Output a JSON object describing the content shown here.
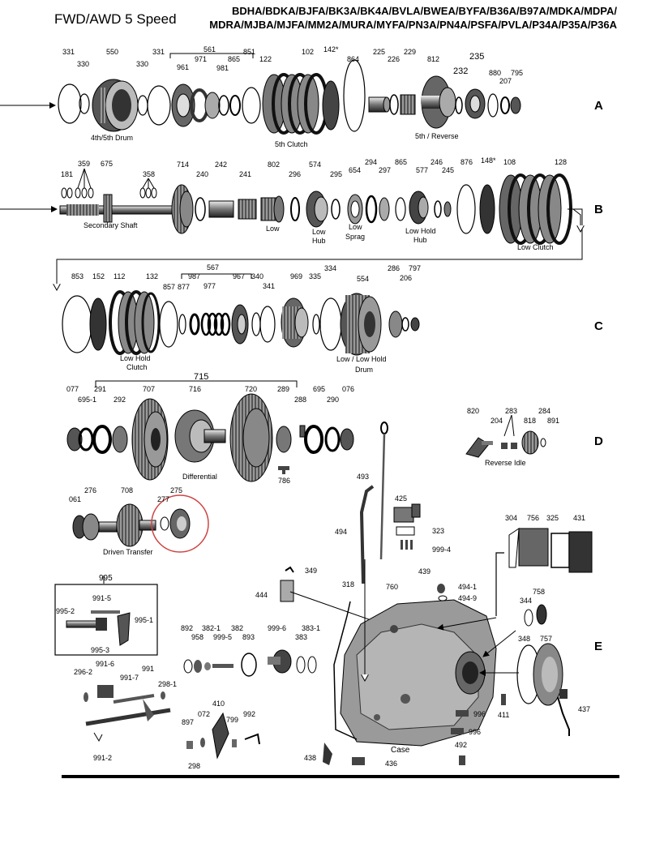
{
  "header": {
    "title": "FWD/AWD 5 Speed",
    "models_line1": "BDHA/BDKA/BJFA/BK3A/BK4A/BVLA/BWEA/BYFA/B36A/B97A/MDKA/MDPA/",
    "models_line2": "MDRA/MJBA/MJFA/MM2A/MURA/MYFA/PN3A/PN4A/PSFA/PVLA/P34A/P35A/P36A"
  },
  "sections": [
    "A",
    "B",
    "C",
    "D",
    "E"
  ],
  "captions": {
    "drum_4_5": "4th/5th Drum",
    "fifth_clutch": "5th Clutch",
    "fifth_reverse": "5th / Reverse",
    "secondary_shaft": "Secondary Shaft",
    "low": "Low",
    "low_hub_1": "Low",
    "low_hub_2": "Hub",
    "low_sprag_1": "Low",
    "low_sprag_2": "Sprag",
    "low_hold_hub_1": "Low Hold",
    "low_hold_hub_2": "Hub",
    "low_clutch": "Low Clutch",
    "low_hold_clutch_1": "Low  Hold",
    "low_hold_clutch_2": "Clutch",
    "low_drum_1": "Low / Low Hold",
    "low_drum_2": "Drum",
    "differential": "Differential",
    "reverse_idle": "Reverse Idle",
    "driven_transfer": "Driven Transfer",
    "case": "Case"
  },
  "labels": {
    "a": [
      "331",
      "330",
      "550",
      "330",
      "331",
      "561",
      "961",
      "971",
      "865",
      "981",
      "851",
      "122",
      "102",
      "142*",
      "864",
      "225",
      "226",
      "229",
      "812",
      "235",
      "232",
      "880",
      "207",
      "795"
    ],
    "b": [
      "181",
      "359",
      "675",
      "358",
      "714",
      "240",
      "242",
      "241",
      "802",
      "296",
      "574",
      "295",
      "654",
      "294",
      "297",
      "865",
      "577",
      "246",
      "245",
      "876",
      "148*",
      "108",
      "128"
    ],
    "c": [
      "853",
      "152",
      "112",
      "132",
      "857",
      "567",
      "877",
      "987",
      "977",
      "967",
      "340",
      "341",
      "969",
      "335",
      "334",
      "554",
      "286",
      "206",
      "797"
    ],
    "d": [
      "715",
      "077",
      "695-1",
      "291",
      "292",
      "707",
      "716",
      "720",
      "289",
      "288",
      "695",
      "290",
      "076",
      "786",
      "820",
      "283",
      "204",
      "818",
      "284",
      "891",
      "061",
      "276",
      "708",
      "277",
      "275"
    ],
    "e": [
      "995",
      "991-5",
      "995-2",
      "995-1",
      "995-3",
      "296-2",
      "991-6",
      "991-7",
      "991",
      "298-1",
      "991-2",
      "892",
      "958",
      "382-1",
      "999-5",
      "382",
      "893",
      "999-6",
      "383",
      "383-1",
      "897",
      "072",
      "410",
      "799",
      "992",
      "298",
      "493",
      "425",
      "494",
      "323",
      "999-4",
      "349",
      "444",
      "318",
      "760",
      "439",
      "494-1",
      "494-9",
      "304",
      "756",
      "325",
      "431",
      "344",
      "758",
      "348",
      "757",
      "437",
      "996",
      "411",
      "996",
      "492",
      "438",
      "436"
    ]
  }
}
